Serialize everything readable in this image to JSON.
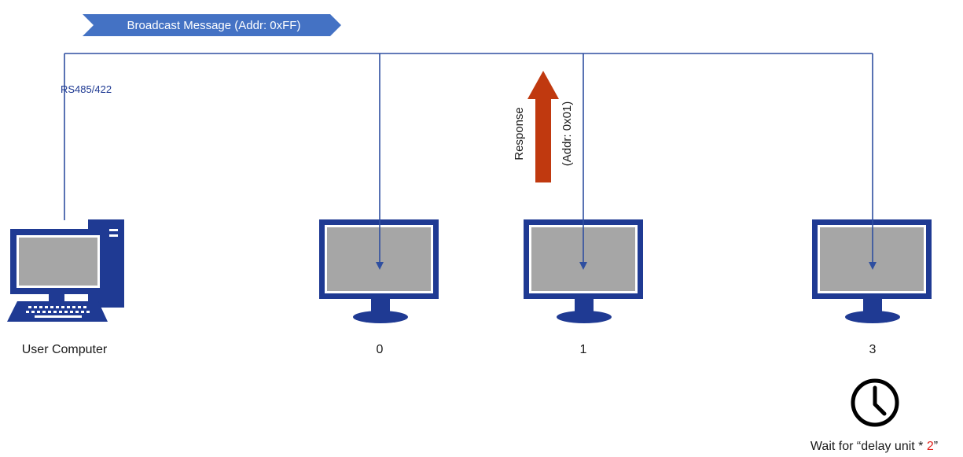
{
  "broadcast": {
    "label": "Broadcast Message (Addr: 0xFF)"
  },
  "bus": {
    "label": "RS485/422"
  },
  "response": {
    "line1": "Response",
    "line2": "(Addr: 0x01)"
  },
  "devices": [
    {
      "label": "User Computer"
    },
    {
      "label": "0"
    },
    {
      "label": "1"
    },
    {
      "label": "3"
    }
  ],
  "wait": {
    "prefix": "Wait for “delay unit * ",
    "number": "2",
    "suffix": "”"
  },
  "colors": {
    "bus_line": "#2f4fa0",
    "broadcast_arrow": "#4472c4",
    "response_arrow": "#c0390f",
    "monitor_frame": "#1f3a93",
    "screen": "#a6a6a6",
    "text": "#1a1a1a",
    "label_blue": "#1f3a93",
    "highlight": "#e0201a"
  },
  "icons": {
    "computer": "desktop-computer-icon",
    "monitor": "monitor-icon",
    "clock": "clock-icon"
  }
}
